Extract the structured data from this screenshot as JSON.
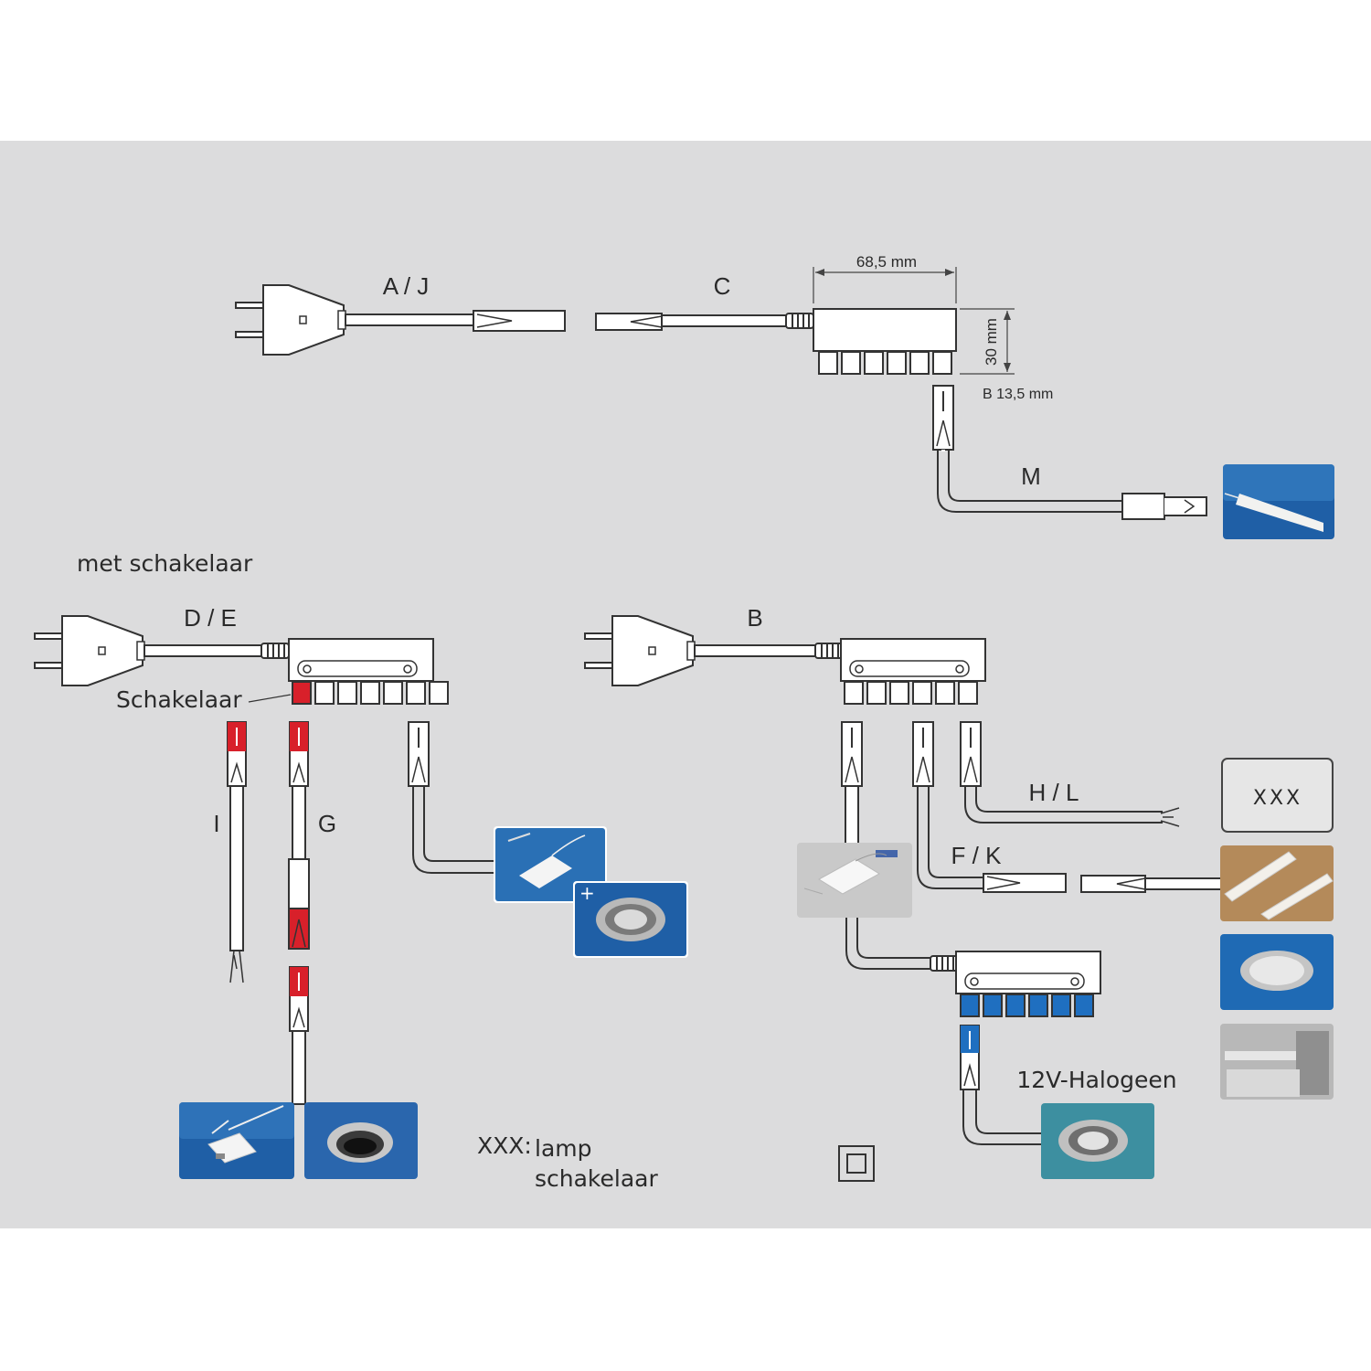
{
  "labels": {
    "aj": "A / J",
    "c": "C",
    "width_dim": "68,5 mm",
    "height_dim": "30 mm",
    "depth_dim": "B 13,5 mm",
    "m": "M",
    "met_schakelaar": "met schakelaar",
    "de": "D / E",
    "b": "B",
    "schakelaar": "Schakelaar",
    "i": "I",
    "g": "G",
    "hl": "H / L",
    "fk": "F / K",
    "xxx_box": "XXX",
    "halogeen": "12V-Halogeen",
    "legend_key": "XXX:",
    "legend_line1": "lamp",
    "legend_line2": "schakelaar",
    "plus": "+"
  },
  "icons": {
    "plug": "euro-plug-icon",
    "distributor": "distributor-block-icon",
    "double_insulation": "double-square-icon"
  },
  "colors": {
    "panel": "#dcdcdd",
    "cable": "#ffffff",
    "outline": "#333333",
    "switch_red": "#d8202a",
    "halogen_blue": "#1f6fc0",
    "photo_blue": "#1f5fa6"
  }
}
